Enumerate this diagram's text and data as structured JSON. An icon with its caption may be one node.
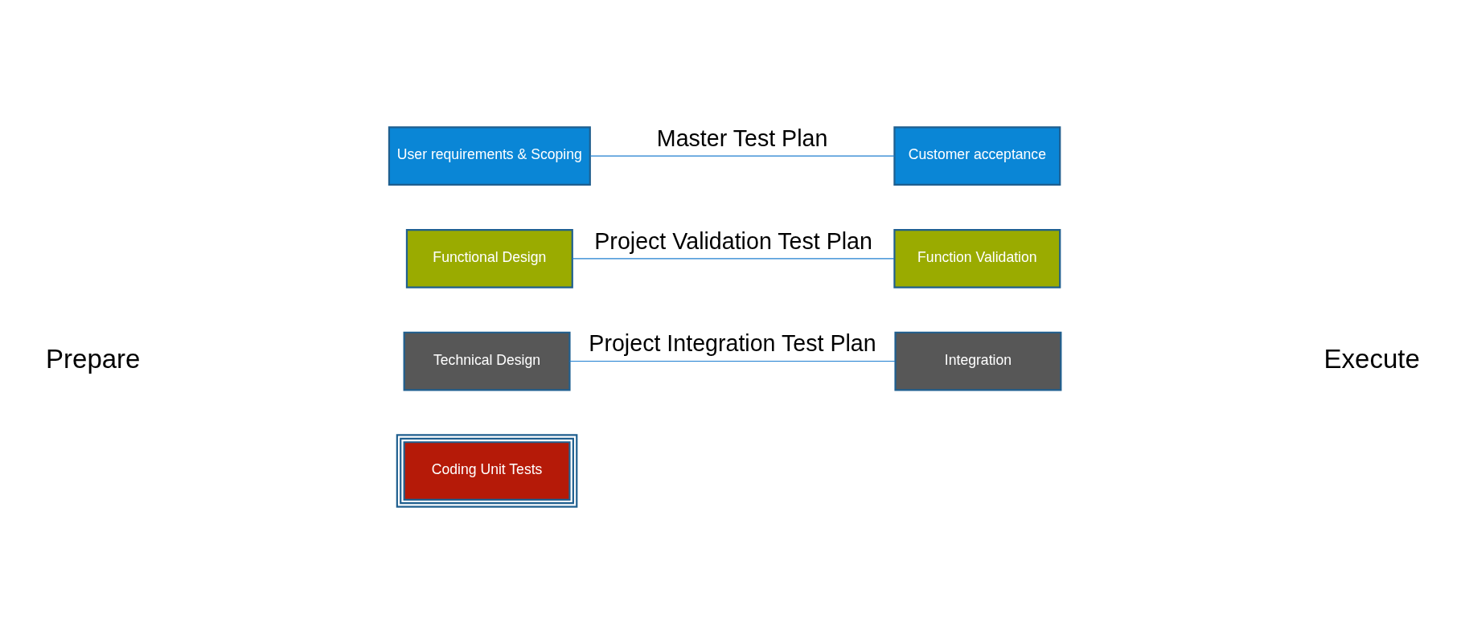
{
  "diagram": {
    "nodes": [
      {
        "text": [
          "User requirements & Scoping"
        ]
      },
      {
        "text": [
          "Customer acceptance"
        ]
      },
      {
        "text": [
          "Functional Design"
        ]
      },
      {
        "text": [
          "Function Validation"
        ]
      },
      {
        "text": [
          "Technical Design"
        ]
      },
      {
        "text": [
          "Integration"
        ]
      },
      {
        "text": [
          "Coding Unit Tests"
        ]
      }
    ],
    "edges": [
      {
        "from": 0,
        "to": 1,
        "arrow": "none",
        "label": "Master Test Plan"
      },
      {
        "from": 2,
        "to": 3,
        "arrow": "none",
        "label": "Project Validation Test Plan"
      },
      {
        "from": 4,
        "to": 5,
        "arrow": "none",
        "label": "Project Integration Test Plan"
      }
    ],
    "labels": [
      "Prepare",
      "Execute"
    ]
  }
}
